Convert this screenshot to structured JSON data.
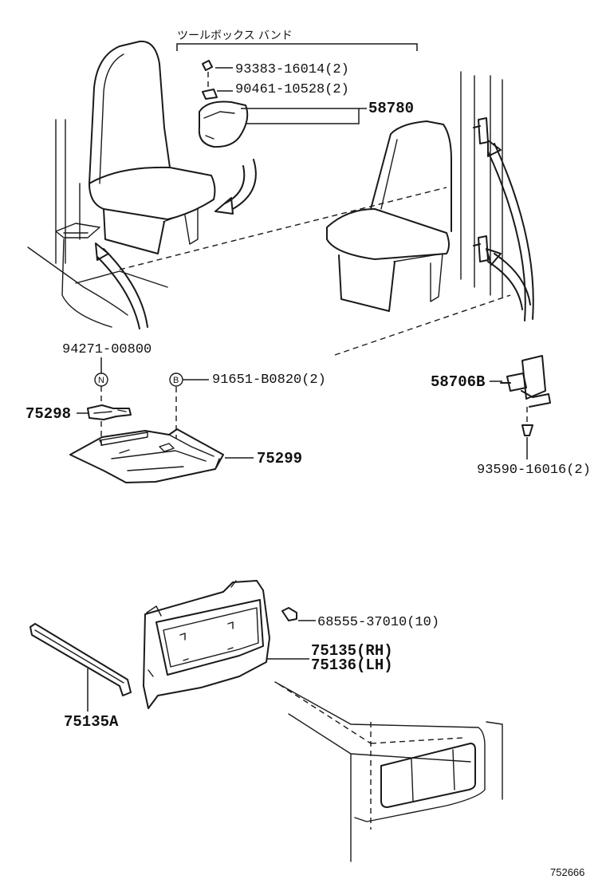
{
  "band_label": "ツールボックス バンド",
  "parts": {
    "bolt_93383": "93383-16014(2)",
    "clip_90461": "90461-10528(2)",
    "band_58780": "58780",
    "nut_94271": "94271-00800",
    "bolt_91651": "91651-B0820(2)",
    "hook_58706b": "58706B",
    "bracket_75298": "75298",
    "tray_75299": "75299",
    "screw_93590": "93590-16016(2)",
    "screw_68555": "68555-37010(10)",
    "panel_rh": "75135(RH)",
    "panel_lh": "75136(LH)",
    "strip_75135a": "75135A"
  },
  "symbols": {
    "n_mark": "N",
    "b_mark": "B"
  },
  "figure_number": "752666"
}
